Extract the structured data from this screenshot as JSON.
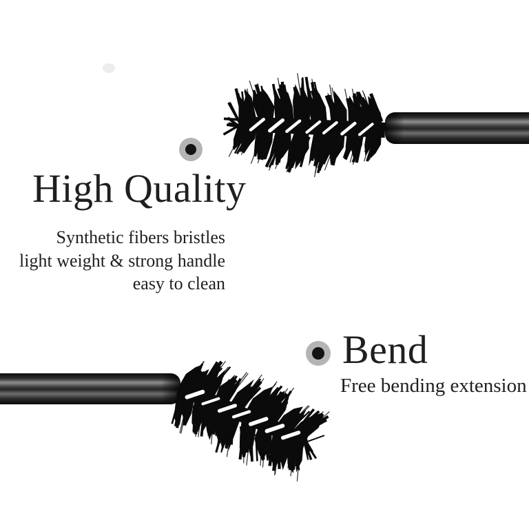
{
  "image": {
    "kind": "product-feature-graphic",
    "subject": "disposable spiral mascara / eyebrow brush wands",
    "objects": [
      {
        "name": "mascara-wand-top",
        "look": "black spiral bristle head pointing left, straight handle running to right edge"
      },
      {
        "name": "mascara-wand-bottom",
        "look": "black spiral bristle head bent downward to the right, handle running to left edge"
      }
    ]
  },
  "features": [
    {
      "id": "high-quality",
      "bullet_icon": "ring-dot",
      "title": "High Quality",
      "lines": [
        "Synthetic fibers bristles",
        "light weight & strong handle",
        "easy to clean"
      ]
    },
    {
      "id": "bend",
      "bullet_icon": "ring-dot",
      "title": "Bend",
      "lines": [
        "Free bending extension"
      ]
    }
  ],
  "colors": {
    "background": "#ffffff",
    "text": "#1f1f1f",
    "bristles": "#0b0b0b",
    "bullet_ring": "#b4b4b4",
    "bullet_core": "#141414",
    "handle_dark": "#0c0c0c",
    "handle_light": "#8f8f8f"
  }
}
